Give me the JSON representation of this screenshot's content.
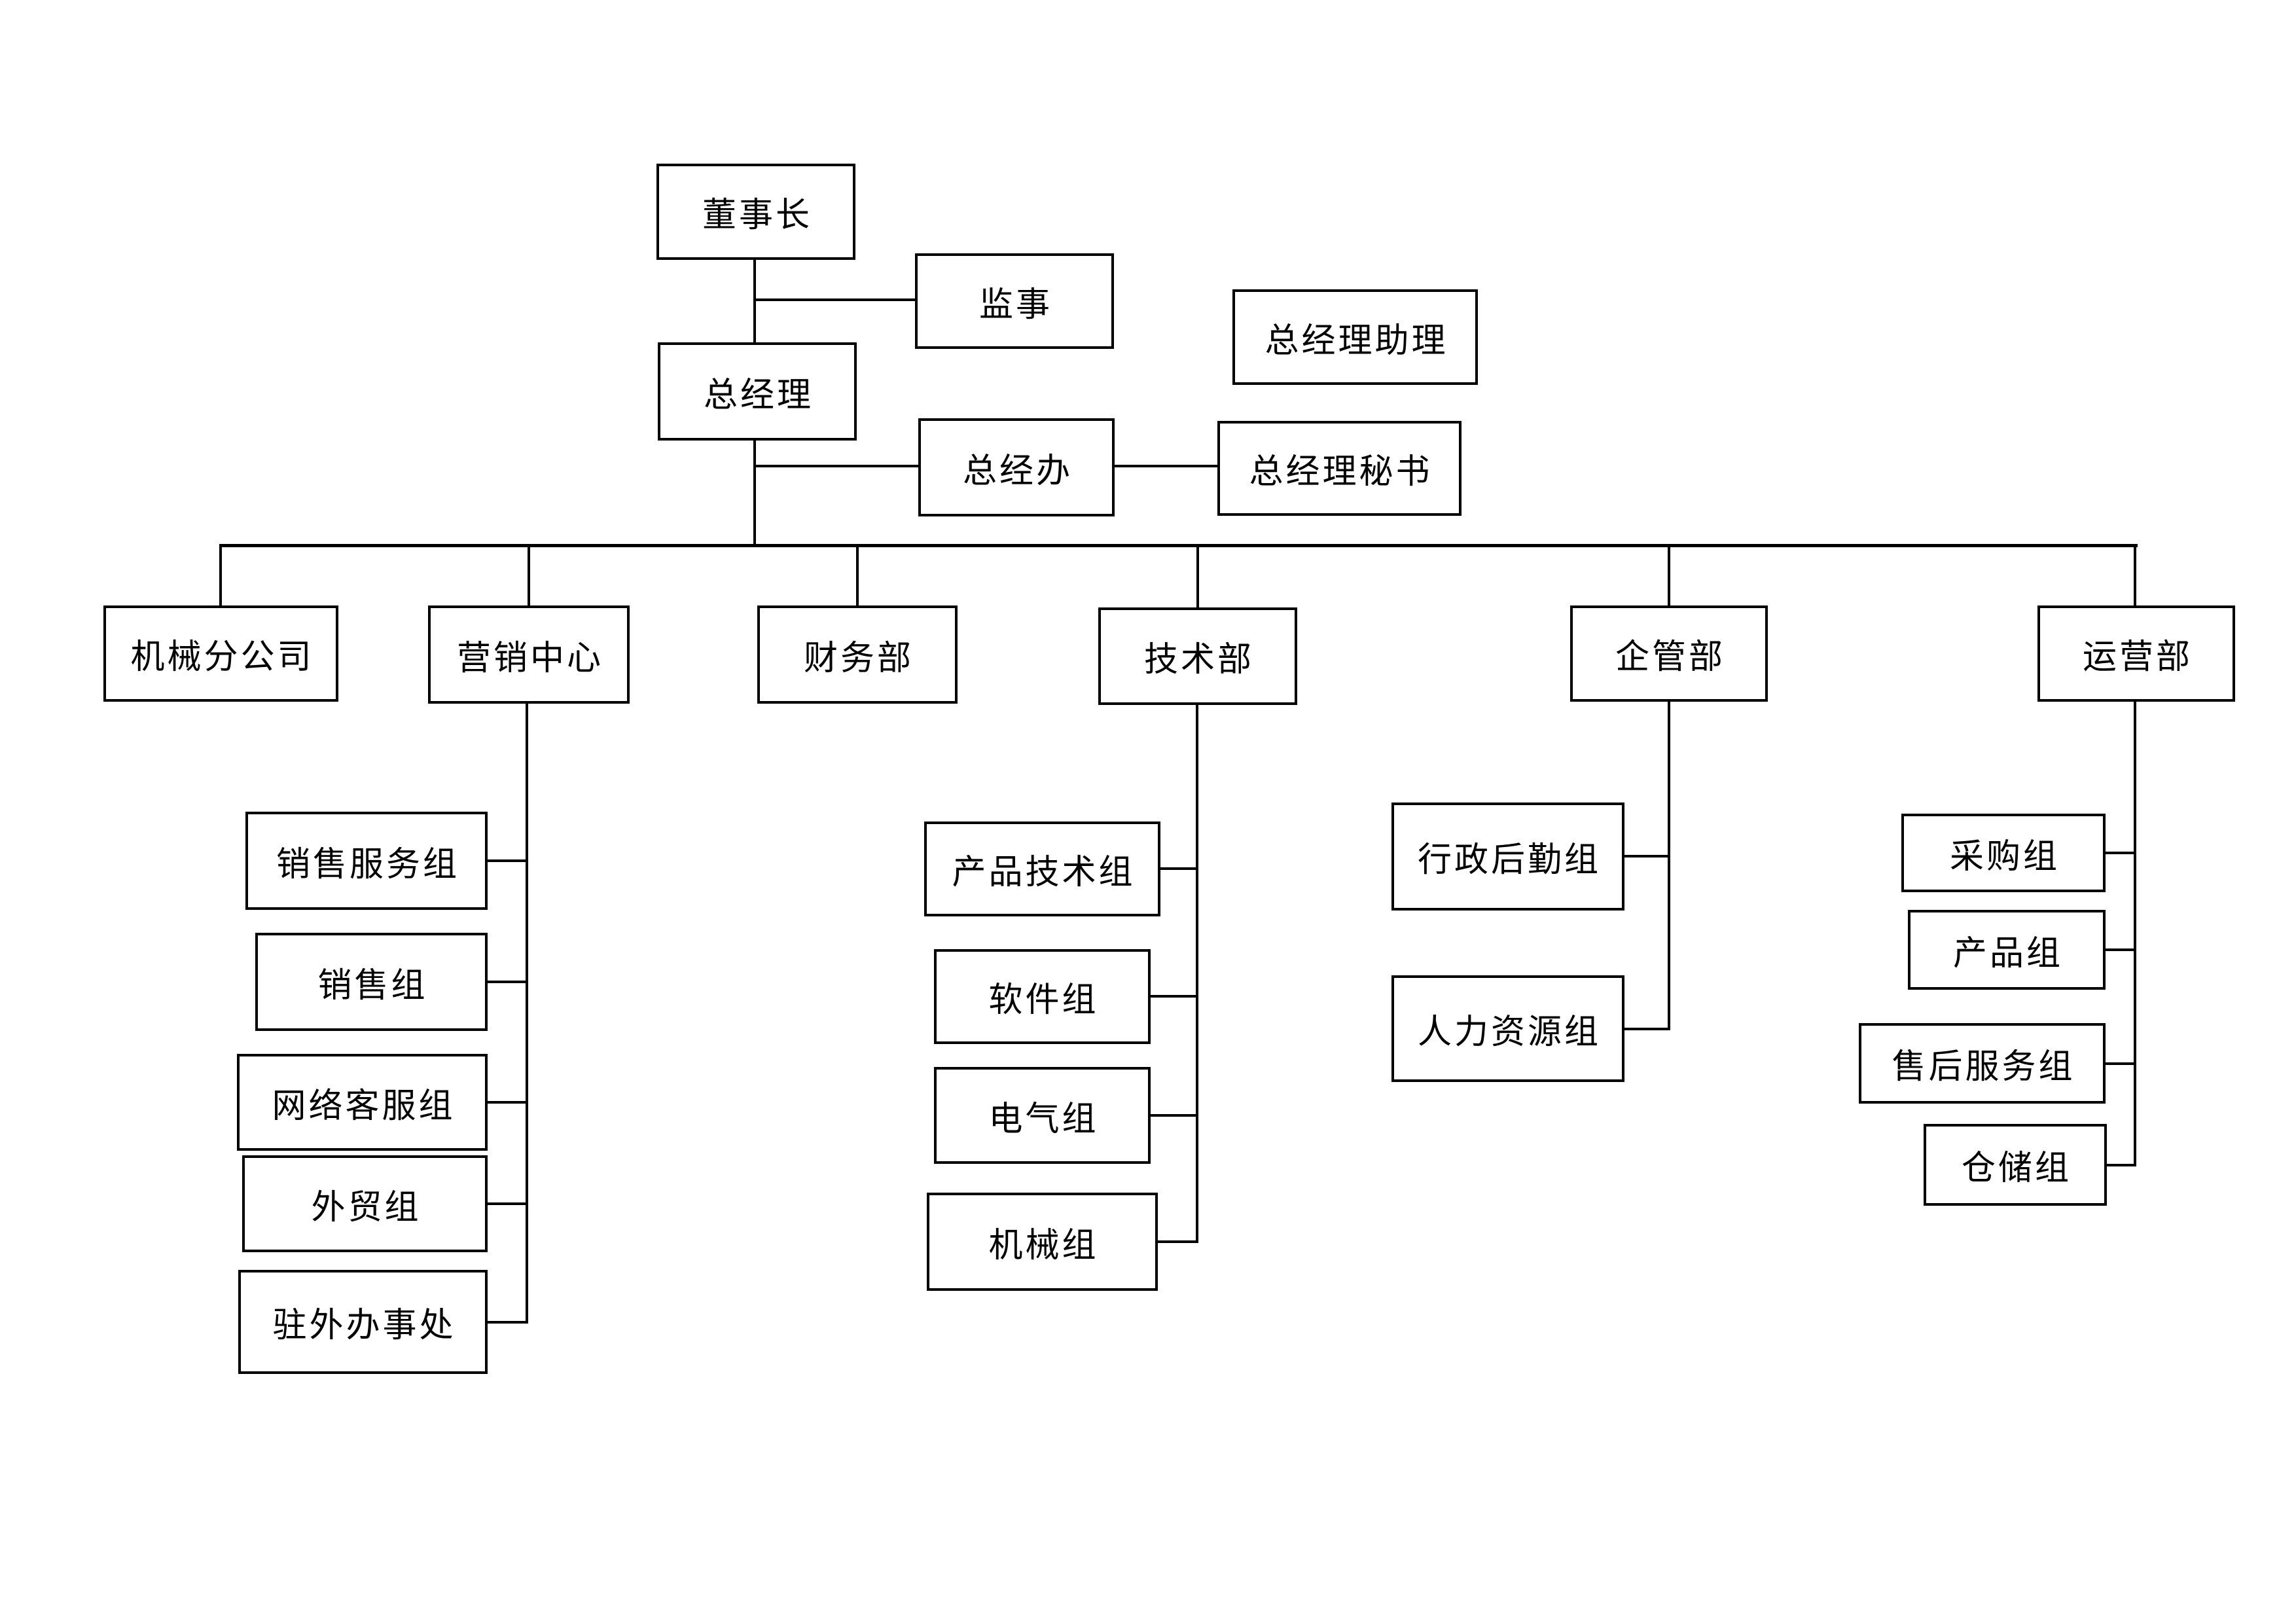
{
  "org_chart": {
    "colors": {
      "background": "#ffffff",
      "box_border": "#000000",
      "connector": "#000000",
      "text": "#000000"
    },
    "nodes": {
      "chairman": {
        "label": "董事长"
      },
      "supervisor": {
        "label": "监事"
      },
      "gm_assistant": {
        "label": "总经理助理"
      },
      "gm": {
        "label": "总经理"
      },
      "gm_office": {
        "label": "总经办"
      },
      "gm_secretary": {
        "label": "总经理秘书"
      },
      "dept_machinery": {
        "label": "机械分公司"
      },
      "dept_marketing": {
        "label": "营销中心"
      },
      "dept_finance": {
        "label": "财务部"
      },
      "dept_tech": {
        "label": "技术部"
      },
      "dept_enterprise": {
        "label": "企管部"
      },
      "dept_operations": {
        "label": "运营部"
      },
      "mk_sales_service": {
        "label": "销售服务组"
      },
      "mk_sales": {
        "label": "销售组"
      },
      "mk_online_service": {
        "label": "网络客服组"
      },
      "mk_foreign_trade": {
        "label": "外贸组"
      },
      "mk_overseas_office": {
        "label": "驻外办事处"
      },
      "tech_product": {
        "label": "产品技术组"
      },
      "tech_software": {
        "label": "软件组"
      },
      "tech_electrical": {
        "label": "电气组"
      },
      "tech_mechanical": {
        "label": "机械组"
      },
      "ent_admin": {
        "label": "行政后勤组"
      },
      "ent_hr": {
        "label": "人力资源组"
      },
      "op_purchasing": {
        "label": "采购组"
      },
      "op_product": {
        "label": "产品组"
      },
      "op_after_sales": {
        "label": "售后服务组"
      },
      "op_warehouse": {
        "label": "仓储组"
      }
    },
    "hierarchy": {
      "chairman": [
        "supervisor",
        "gm"
      ],
      "gm": [
        "gm_office",
        "dept_machinery",
        "dept_marketing",
        "dept_finance",
        "dept_tech",
        "dept_enterprise",
        "dept_operations"
      ],
      "gm_office": [
        "gm_secretary"
      ],
      "dept_marketing": [
        "mk_sales_service",
        "mk_sales",
        "mk_online_service",
        "mk_foreign_trade",
        "mk_overseas_office"
      ],
      "dept_tech": [
        "tech_product",
        "tech_software",
        "tech_electrical",
        "tech_mechanical"
      ],
      "dept_enterprise": [
        "ent_admin",
        "ent_hr"
      ],
      "dept_operations": [
        "op_purchasing",
        "op_product",
        "op_after_sales",
        "op_warehouse"
      ],
      "standalone": [
        "gm_assistant"
      ]
    }
  }
}
